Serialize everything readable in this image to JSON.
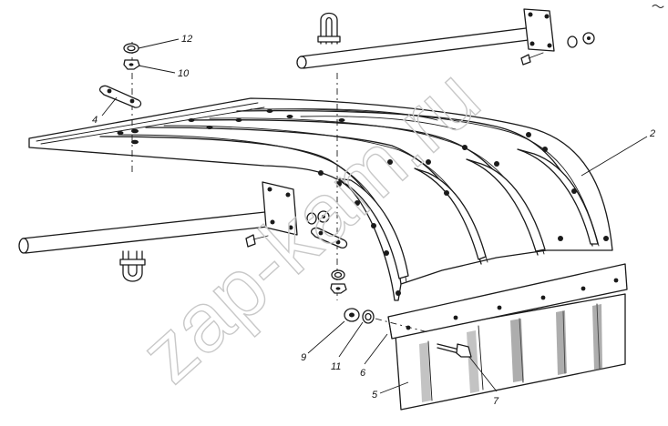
{
  "watermark": "zap-kam.ru",
  "callouts": {
    "c2": "2",
    "c4": "4",
    "c5": "5",
    "c6": "6",
    "c7": "7",
    "c9": "9",
    "c10": "10",
    "c11": "11",
    "c12": "12"
  },
  "colors": {
    "line": "#1a1a1a",
    "background": "#ffffff",
    "watermark": "#c8c8c8"
  }
}
